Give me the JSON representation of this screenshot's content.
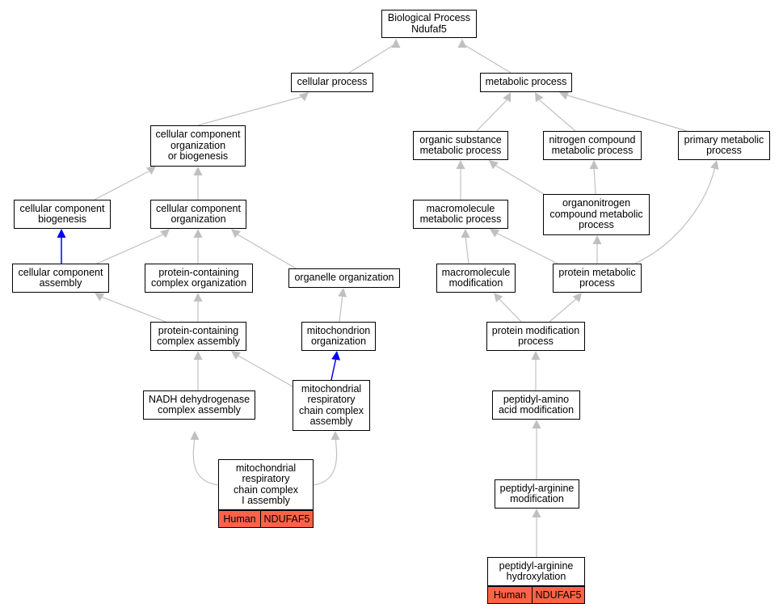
{
  "colors": {
    "edge_gray": "#c0c0c0",
    "edge_blue": "#0000ee",
    "annotation_fill": "#ff6347"
  },
  "nodes": {
    "biological_process": "Biological Process\nNdufaf5",
    "cellular_process": "cellular process",
    "metabolic_process": "metabolic process",
    "cc_org_or_biogenesis": "cellular component\norganization\nor biogenesis",
    "organic_substance_metabolic": "organic substance\nmetabolic process",
    "nitrogen_compound_metabolic": "nitrogen compound\nmetabolic process",
    "primary_metabolic": "primary metabolic\nprocess",
    "cc_biogenesis": "cellular component\nbiogenesis",
    "cc_organization": "cellular component\norganization",
    "macromolecule_metabolic": "macromolecule\nmetabolic process",
    "organonitrogen_metabolic": "organonitrogen\ncompound metabolic\nprocess",
    "cc_assembly": "cellular component\nassembly",
    "protein_complex_organization": "protein-containing\ncomplex organization",
    "organelle_organization": "organelle organization",
    "macromolecule_modification": "macromolecule\nmodification",
    "protein_metabolic": "protein metabolic\nprocess",
    "protein_complex_assembly": "protein-containing\ncomplex assembly",
    "mitochondrion_organization": "mitochondrion\norganization",
    "protein_modification": "protein modification\nprocess",
    "nadh_dehydrogenase_assembly": "NADH dehydrogenase\ncomplex assembly",
    "mito_resp_chain_assembly": "mitochondrial\nrespiratory\nchain complex\nassembly",
    "peptidyl_amino_acid_mod": "peptidyl-amino\nacid modification",
    "mito_resp_chain_complex_i_assembly": "mitochondrial\nrespiratory\nchain complex\nI assembly",
    "peptidyl_arginine_mod": "peptidyl-arginine\nmodification",
    "peptidyl_arginine_hydroxylation": "peptidyl-arginine\nhydroxylation"
  },
  "annotations": {
    "complex_i": {
      "species": "Human",
      "gene": "NDUFAF5"
    },
    "hydroxylation": {
      "species": "Human",
      "gene": "NDUFAF5"
    }
  }
}
